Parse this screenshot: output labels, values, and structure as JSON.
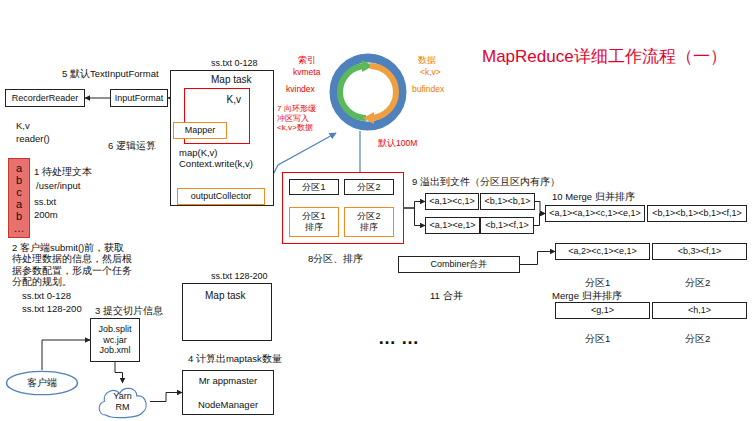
{
  "diagram": {
    "title": "MapReduce详细工作流程（一）",
    "nodes": [
      {
        "text": [
          "RecorderReader"
        ]
      },
      {
        "text": [
          "InputFormat"
        ]
      },
      {
        "text": [
          "ss.txt 0-128",
          "Map task",
          "map(K,v) Context.write(k,v)"
        ]
      },
      {
        "text": [
          "K,v"
        ],
        "in": 2
      },
      {
        "text": [
          "Mapper"
        ],
        "in": 2
      },
      {
        "text": [
          "outputCollector"
        ],
        "in": 2
      },
      {
        "text": [
          "a b c a b …"
        ]
      },
      {
        "text": [
          "8分区、排序"
        ]
      },
      {
        "text": [
          "分区1"
        ],
        "in": 7
      },
      {
        "text": [
          "分区2"
        ],
        "in": 7
      },
      {
        "text": [
          "分区1 排序"
        ],
        "in": 7
      },
      {
        "text": [
          "分区2 排序"
        ],
        "in": 7
      },
      {
        "text": [
          "<a,1><c,1>"
        ]
      },
      {
        "text": [
          "<b,1><b,1>"
        ]
      },
      {
        "text": [
          "<a,1><e,1>"
        ]
      },
      {
        "text": [
          "<b,1><f,1>"
        ]
      },
      {
        "text": [
          "<a,1><a,1><c,1><e,1>"
        ]
      },
      {
        "text": [
          "<b,1><b,1><b,1><f,1>"
        ]
      },
      {
        "text": [
          "Combiner合并"
        ]
      },
      {
        "text": [
          "<a,2><c,1><e,1>"
        ]
      },
      {
        "text": [
          "<b,3><f,1>"
        ]
      },
      {
        "text": [
          "<g,1>"
        ]
      },
      {
        "text": [
          "<h,1>"
        ]
      },
      {
        "text": [
          "ss.txt 128-200",
          "Map task"
        ]
      },
      {
        "text": [
          "Job.split wc.jar Job.xml"
        ]
      },
      {
        "text": [
          "客户端"
        ]
      },
      {
        "text": [
          "Yarn RM"
        ]
      },
      {
        "text": [
          "Mr appmaster",
          "NodeManager"
        ]
      }
    ],
    "edges": [
      {
        "from": 1,
        "to": 0,
        "arrow": "to"
      },
      {
        "from": 3,
        "to": 1,
        "arrow": "to"
      },
      {
        "from": 7,
        "to": 12,
        "arrow": "to"
      },
      {
        "from": 7,
        "to": 14,
        "arrow": "to"
      },
      {
        "from": 13,
        "to": 16,
        "arrow": "to"
      },
      {
        "from": 15,
        "to": 16,
        "arrow": "to"
      },
      {
        "from": 18,
        "to": 19,
        "arrow": "to"
      },
      {
        "from": 25,
        "to": 24,
        "arrow": "to"
      },
      {
        "from": 24,
        "to": 26,
        "arrow": "to"
      },
      {
        "from": 26,
        "to": 27,
        "arrow": "to"
      }
    ],
    "labels": [
      "5 默认TextInputFormat",
      "K,v",
      "reader()",
      "6 逻辑运算",
      "1 待处理文本",
      "/user/input",
      "ss.txt",
      "200m",
      "2 客户端submit()前，获取待处理数据的信息，然后根据参数配置，形成一个任务分配的规划。",
      "ss.txt 0-128",
      "ss.txt 128-200",
      "3 提交切片信息",
      "4 计算出maptask数量",
      "7 向环形缓冲区写入<k,v>数据",
      "索引",
      "kvmeta",
      "kvindex",
      "数据",
      "<k,v>",
      "bufindex",
      "默认100M",
      "9 溢出到文件（分区且区内有序）",
      "10 Merge 归并排序",
      "分区1",
      "分区2",
      "11 合并",
      "Merge 归并排序",
      "分区1",
      "分区2",
      "… …"
    ]
  }
}
